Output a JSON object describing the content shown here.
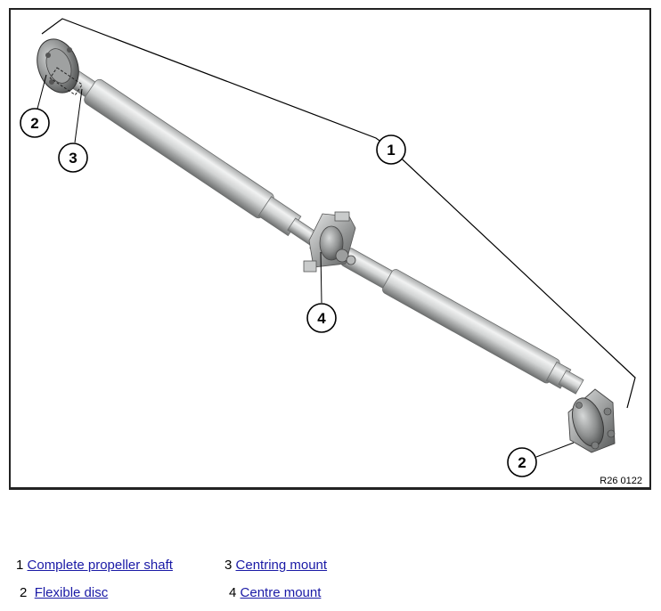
{
  "figure": {
    "code": "R26 0122",
    "callouts": [
      "1",
      "2",
      "3",
      "4",
      "2"
    ]
  },
  "legend": {
    "items": [
      {
        "number": "1",
        "label": "Complete propeller shaft"
      },
      {
        "number": "3",
        "label": "Centring mount"
      },
      {
        "number": "2",
        "label": "Flexible disc"
      },
      {
        "number": "4",
        "label": "Centre mount"
      }
    ]
  }
}
